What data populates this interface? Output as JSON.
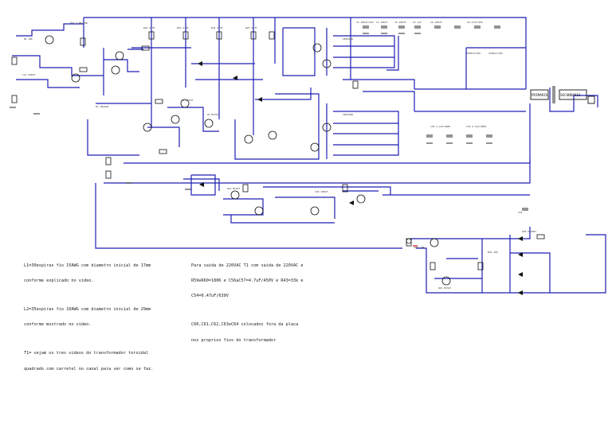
{
  "notes": {
    "left": [
      "L1=30espiras fio 15AWG com diametro inicial de 17mm",
      "conforme explicado no video.",
      "L2=35espiras fio 10AWG com diametro inicial de 29mm",
      "conforme mostrado no video.",
      "T1= vejam os tres videos do transformador toroidal",
      "quadrado com carretel no canal para ver como se faz."
    ],
    "right": [
      "Para saida de 220VAC T1 com saida de 220VAC e",
      "R59eR60=180K e C56aC57=4.7uF/450V e R43=33k e",
      "C54=0.47uF/630V",
      "C60,C61,C62,C63eC64 colocados fora da placa",
      "nos proprios fios do transformador"
    ]
  },
  "labels": {
    "primary": "PRIMARIO",
    "secondary": "SECUNDARIO"
  },
  "colors": {
    "wire": "#1f1fb4",
    "component": "#111111",
    "marker": "#d01010"
  }
}
